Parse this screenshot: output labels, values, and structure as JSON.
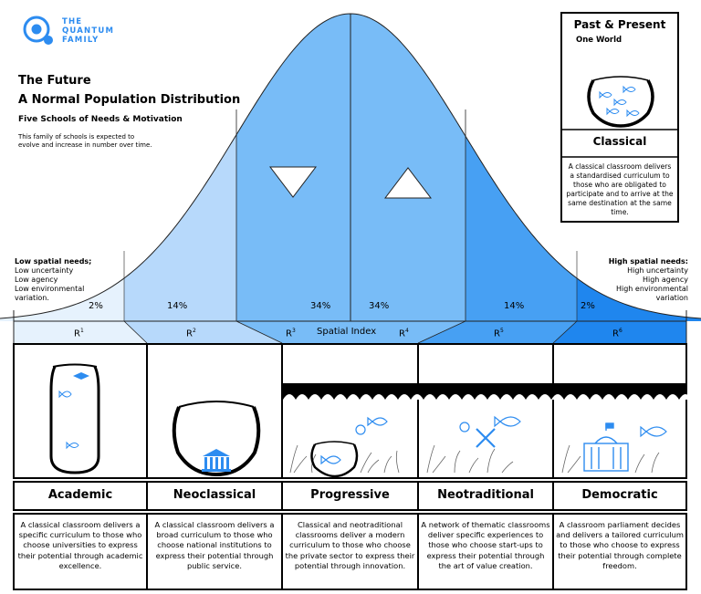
{
  "brand": {
    "line1": "THE",
    "line2": "QUANTUM",
    "line3": "FAMILY",
    "accent": "#2d8cf0"
  },
  "header": {
    "title1": "The Future",
    "title2": "A Normal Population Distribution",
    "subtitle": "Five Schools of Needs & Motivation",
    "note": "This family of schools is expected to evolve and increase in number over time."
  },
  "low": {
    "heading": "Low spatial needs;",
    "lines": [
      "Low uncertainty",
      "Low agency",
      "Low environmental",
      "variation."
    ]
  },
  "high": {
    "heading": "High spatial needs:",
    "lines": [
      "High uncertainty",
      "High agency",
      "High environmental",
      "variation"
    ]
  },
  "past": {
    "title": "Past & Present",
    "subtitle": "One World",
    "label": "Classical",
    "description": "A classical classroom delivers a standardised curriculum to those who are obligated to participate and to arrive at the same destination at the same time."
  },
  "distribution": {
    "percents": [
      "2%",
      "14%",
      "34%",
      "34%",
      "14%",
      "2%"
    ],
    "regions": [
      {
        "base": "R",
        "sup": "1"
      },
      {
        "base": "R",
        "sup": "2"
      },
      {
        "base": "R",
        "sup": "3"
      },
      {
        "base": "R",
        "sup": "4"
      },
      {
        "base": "R",
        "sup": "5"
      },
      {
        "base": "R",
        "sup": "6"
      }
    ],
    "axis_label": "Spatial Index",
    "colors": [
      "#ddeeff",
      "#b7d9fb",
      "#78bcf7",
      "#78bcf7",
      "#47a0f3",
      "#1f86ee"
    ]
  },
  "schools": [
    {
      "name": "Academic",
      "description": "A classical classroom delivers a specific curriculum to those who choose universities to express their potential through academic excellence."
    },
    {
      "name": "Neoclassical",
      "description": "A classical classroom delivers a broad curriculum to those who choose national institutions to express their potential through public service."
    },
    {
      "name": "Progressive",
      "description": "Classical and neotraditional classrooms deliver a modern curriculum to those who choose the private sector to express their potential through innovation."
    },
    {
      "name": "Neotraditional",
      "description": "A network of thematic classrooms deliver specific experiences to those who choose start-ups to express their potential through the art of value creation."
    },
    {
      "name": "Democratic",
      "description": "A classroom parliament decides and delivers a tailored curriculum to those who choose to express their potential through complete freedom."
    }
  ]
}
